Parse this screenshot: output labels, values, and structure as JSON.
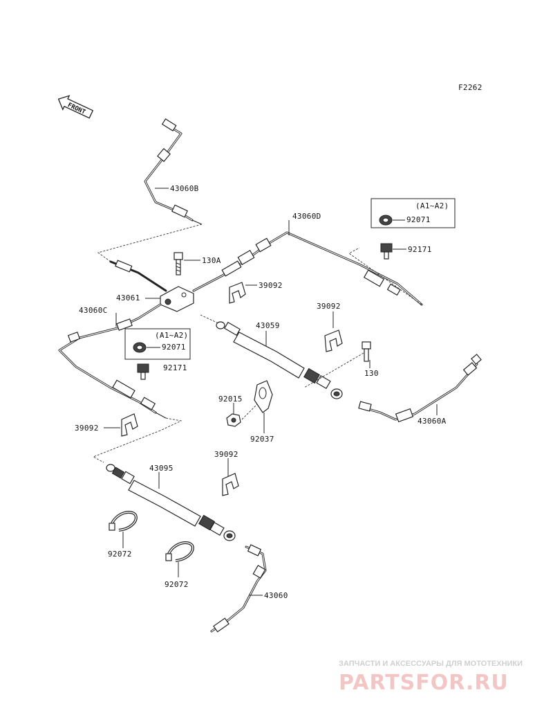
{
  "figure_code": "F2262",
  "front_indicator": "FRONT",
  "labels": {
    "l43060B": "43060B",
    "l130A": "130A",
    "l43061": "43061",
    "l43060D": "43060D",
    "lA1A2_right": "(A1~A2)",
    "l92071_right": "92071",
    "l92171_right": "92171",
    "l39092_a": "39092",
    "l39092_b": "39092",
    "l43060C": "43060C",
    "lA1A2_left": "(A1~A2)",
    "l92071_left": "92071",
    "l92171_left": "92171",
    "l43059": "43059",
    "l130": "130",
    "l92015": "92015",
    "l92037": "92037",
    "l43060A": "43060A",
    "l39092_c": "39092",
    "l39092_d": "39092",
    "l43095": "43095",
    "l92072_a": "92072",
    "l92072_b": "92072",
    "l43060": "43060"
  },
  "watermark": {
    "tagline": "ЗАПЧАСТИ И АКСЕССУАРЫ ДЛЯ МОТОТЕХНИКИ",
    "logo": "PARTSFOR.RU"
  }
}
